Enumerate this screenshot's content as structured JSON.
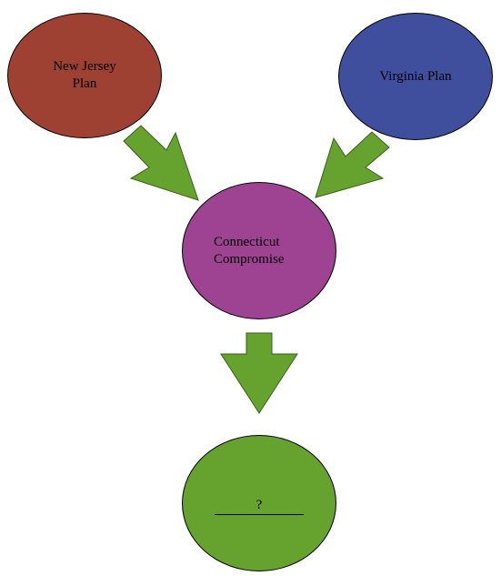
{
  "diagram": {
    "nodes": [
      {
        "id": "new-jersey-plan",
        "label": "New Jersey Plan",
        "color": "#9E4133"
      },
      {
        "id": "virginia-plan",
        "label": "Virginia Plan",
        "color": "#3F4F9D"
      },
      {
        "id": "connecticut-compromise",
        "label": "Connecticut Compromise",
        "color": "#9E4391"
      },
      {
        "id": "unknown-outcome",
        "label": "?",
        "color": "#66A22E"
      }
    ],
    "arrows": [
      {
        "from": "new-jersey-plan",
        "to": "connecticut-compromise"
      },
      {
        "from": "virginia-plan",
        "to": "connecticut-compromise"
      },
      {
        "from": "connecticut-compromise",
        "to": "unknown-outcome"
      }
    ],
    "arrow_color": "#66A22E"
  }
}
